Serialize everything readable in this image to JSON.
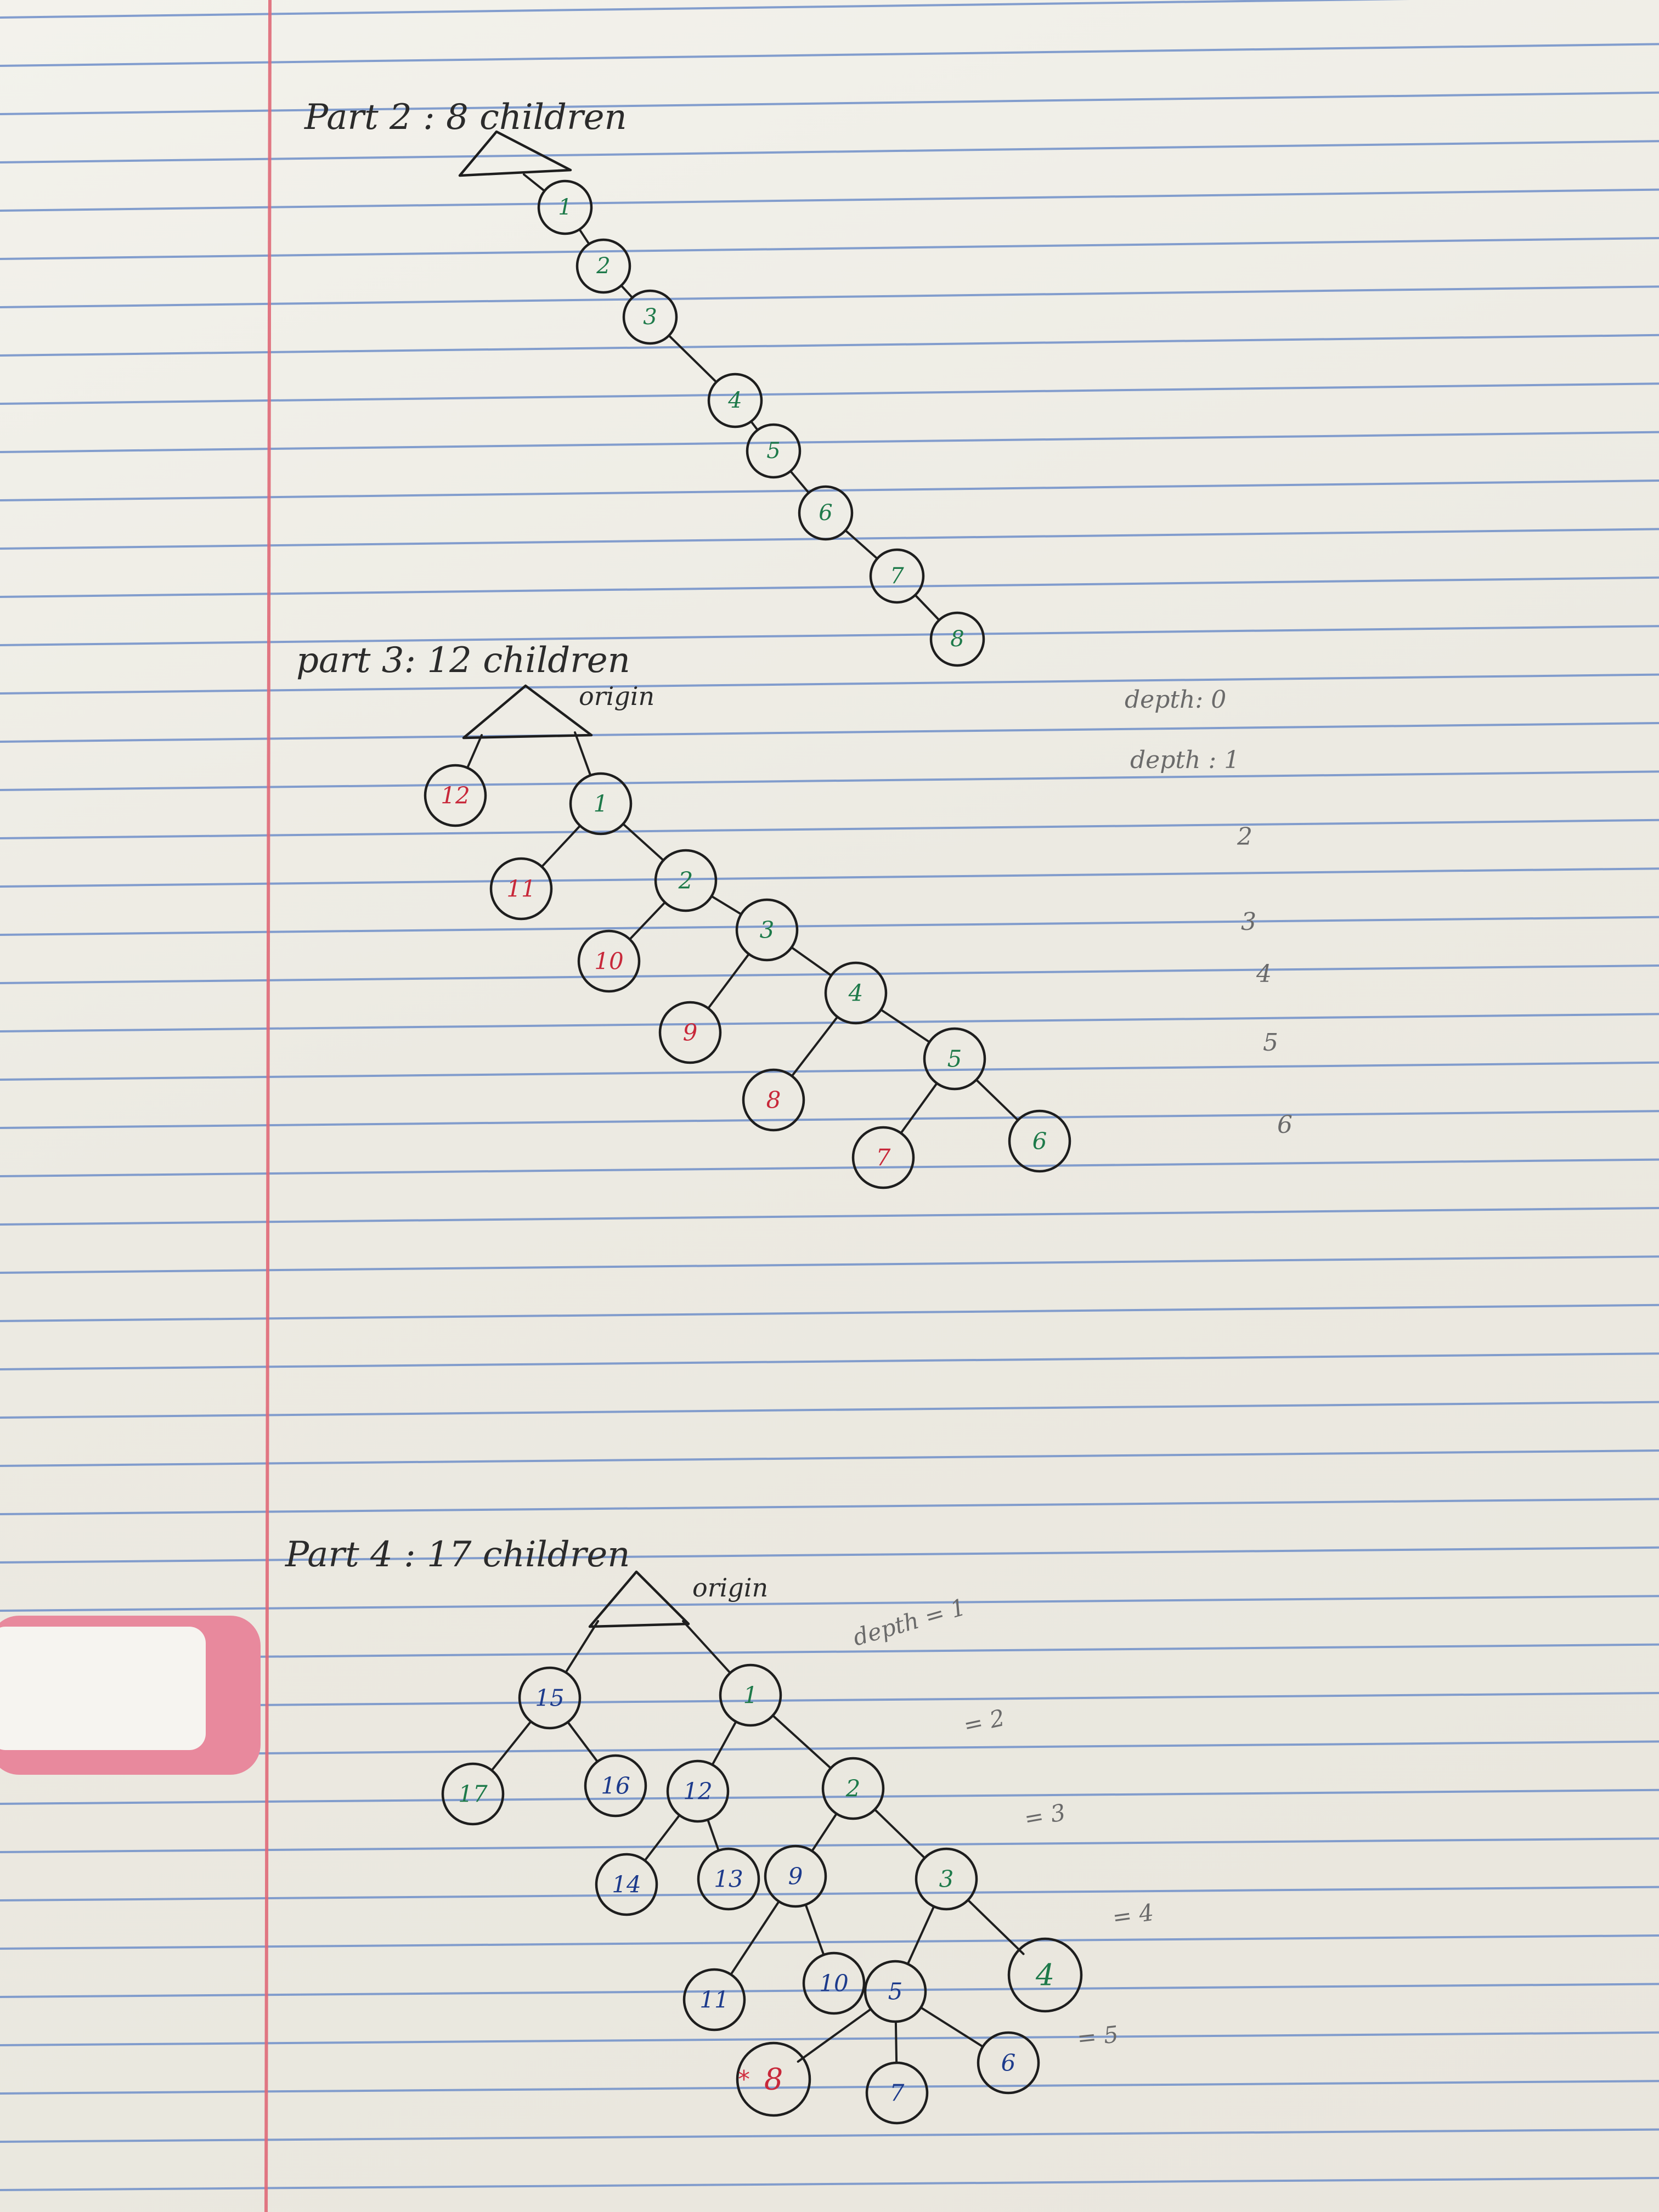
{
  "colors": {
    "green": "#1e7a4a",
    "red": "#c8283a",
    "blue": "#1d3b8c",
    "ink": "#1e1e1e",
    "pencil": "#6a6a6a",
    "rule": "#6f8fc9",
    "margin": "#e06a78",
    "tab": "#e8899d"
  },
  "part2": {
    "title": "Part 2 :  8  children",
    "nodes": [
      "1",
      "2",
      "3",
      "4",
      "5",
      "6",
      "7",
      "8"
    ]
  },
  "part3": {
    "title": "part 3:   12  children",
    "origin": "origin",
    "nodes": [
      "1",
      "2",
      "3",
      "4",
      "5",
      "6",
      "7",
      "8",
      "9",
      "10",
      "11",
      "12"
    ],
    "depths": [
      "depth: 0",
      "depth : 1",
      "2",
      "3",
      "4",
      "5",
      "6"
    ]
  },
  "part4": {
    "title": "Part  4  :  17  children",
    "origin": "origin",
    "nodes": [
      "1",
      "2",
      "3",
      "4",
      "5",
      "6",
      "7",
      "8",
      "9",
      "10",
      "11",
      "12",
      "13",
      "14",
      "15",
      "16",
      "17"
    ],
    "depths": [
      "depth = 1",
      "= 2",
      "= 3",
      "= 4",
      "= 5"
    ],
    "star": "*"
  }
}
